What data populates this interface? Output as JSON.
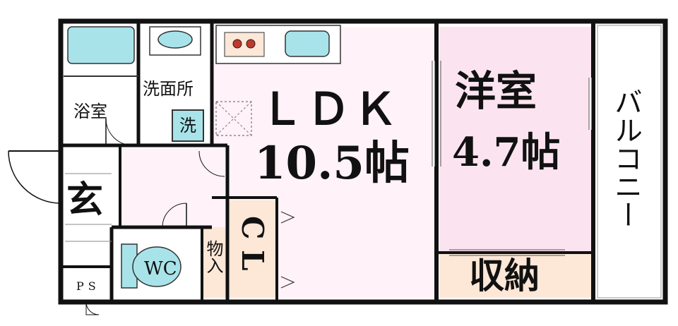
{
  "rooms": {
    "ldk": {
      "name": "ＬＤＫ",
      "size": "10.5帖"
    },
    "western": {
      "name": "洋室",
      "size": "4.7帖"
    },
    "balcony": {
      "name": "バルコニー"
    },
    "storage": {
      "name": "収納"
    },
    "bath": {
      "name": "浴室"
    },
    "washroom": {
      "name": "洗面所"
    },
    "washer": {
      "name": "洗"
    },
    "entrance": {
      "name": "玄"
    },
    "toilet": {
      "name": "WC"
    },
    "closet": {
      "name": "C L"
    },
    "cupboard": {
      "name": "物入"
    },
    "ps": {
      "name": "PS"
    }
  },
  "colors": {
    "wall": "#111111",
    "ldk_floor": "#fff2f8",
    "western_floor": "#fbe4f0",
    "storage_floor": "#fde7d7",
    "fixture_blue": "#a8e3ea",
    "balcony_floor": "#ffffff",
    "wet_floor": "#ffffff"
  }
}
